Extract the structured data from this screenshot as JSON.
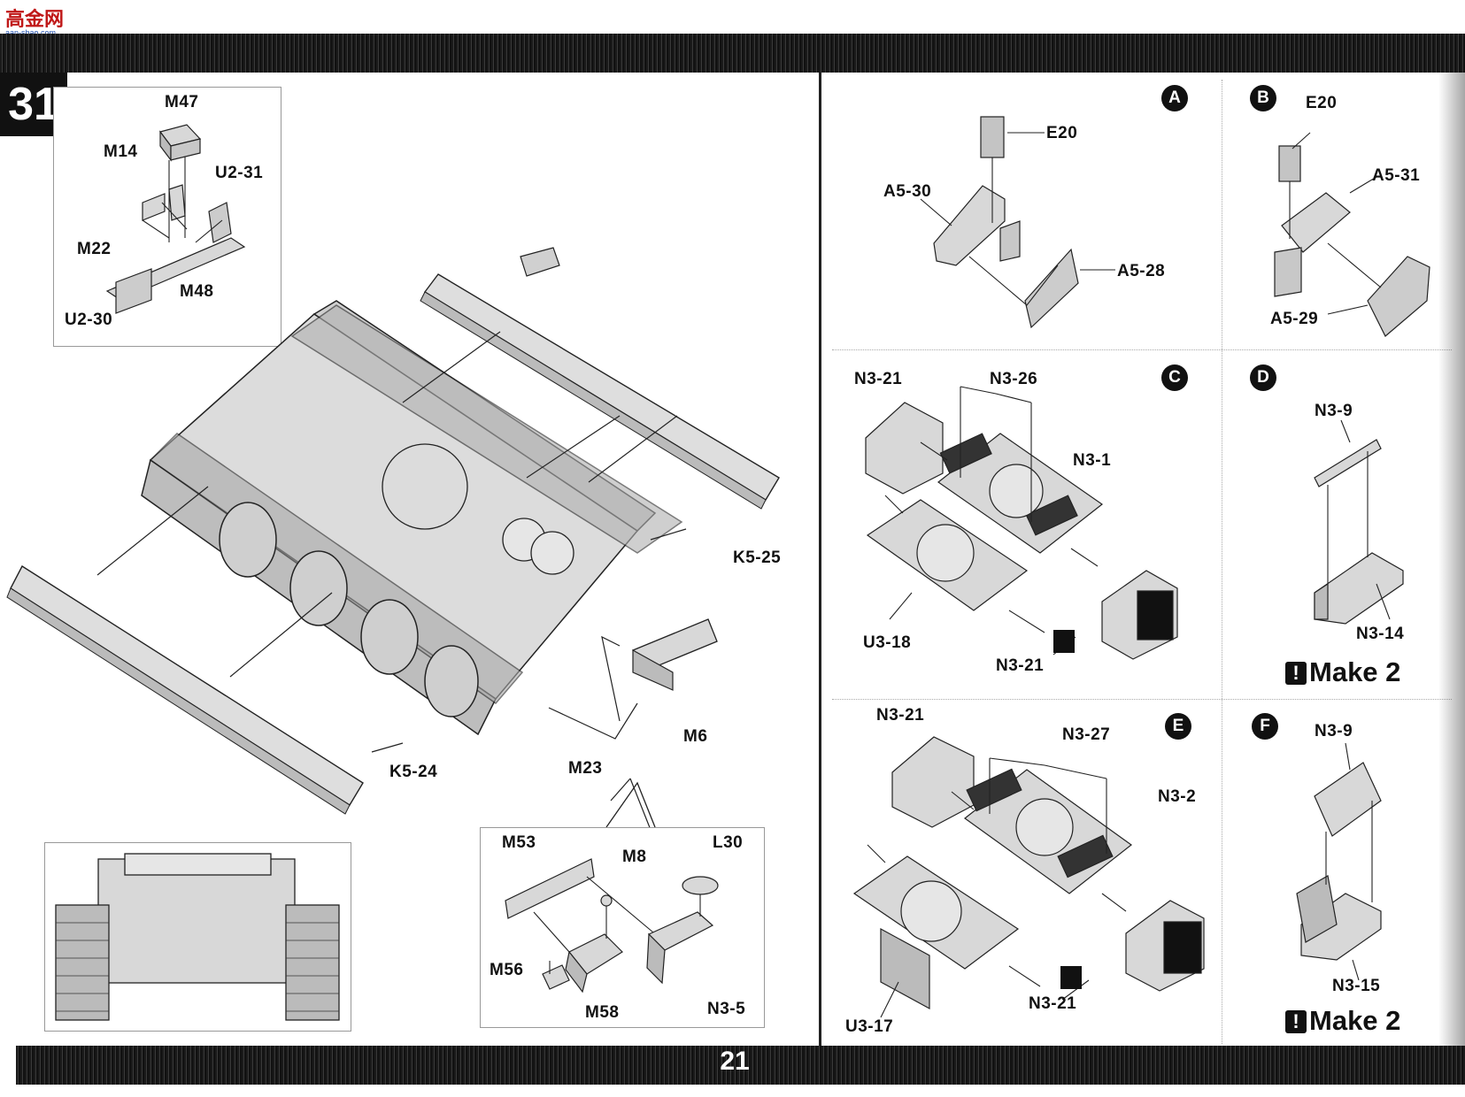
{
  "watermark": {
    "text": "高金网",
    "sub": "aan-shao.com"
  },
  "step": {
    "number": "31"
  },
  "page_number": "21",
  "main": {
    "inset_top": {
      "labels": [
        "M47",
        "M14",
        "U2-31",
        "M22",
        "M48",
        "U2-30"
      ]
    },
    "labels": [
      "K5-25",
      "K5-24",
      "M23",
      "M6"
    ],
    "inset_bottom": {
      "labels": [
        "M53",
        "M8",
        "L30",
        "M56",
        "M58",
        "N3-5"
      ]
    }
  },
  "panels": {
    "A": {
      "letter": "A",
      "labels": [
        "E20",
        "A5-30",
        "A5-28"
      ]
    },
    "B": {
      "letter": "B",
      "labels": [
        "E20",
        "A5-31",
        "A5-29"
      ]
    },
    "C": {
      "letter": "C",
      "labels": [
        "N3-21",
        "N3-26",
        "N3-1",
        "U3-18",
        "N3-21"
      ]
    },
    "D": {
      "letter": "D",
      "labels": [
        "N3-9",
        "N3-14"
      ],
      "make": "Make 2"
    },
    "E": {
      "letter": "E",
      "labels": [
        "N3-21",
        "N3-27",
        "N3-2",
        "U3-17",
        "N3-21"
      ]
    },
    "F": {
      "letter": "F",
      "labels": [
        "N3-9",
        "N3-15"
      ],
      "make": "Make 2"
    }
  },
  "colors": {
    "ink": "#111111",
    "part_fill": "#d8d8d8",
    "bar": "#1a1a1a"
  }
}
